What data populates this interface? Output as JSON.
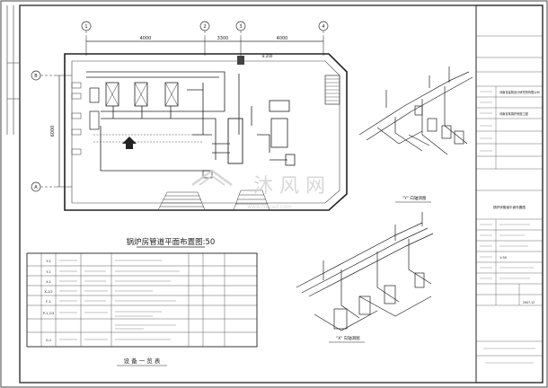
{
  "plan": {
    "title": "锅炉房管道平面布置图:50",
    "dims_top": [
      "4000",
      "3300",
      "4000"
    ],
    "dims_left": [
      "6000"
    ],
    "axes_top": [
      "1",
      "2",
      "3",
      "4"
    ],
    "axes_left": [
      "B",
      "A"
    ],
    "level": "8.200"
  },
  "iso_views": {
    "upper_label": "\"Y\" 向轴测图",
    "lower_label": "\"X\" 向轴测图"
  },
  "equipment_table": {
    "title": "设 备 一 览 表",
    "rows": [
      {
        "no": "Y-2"
      },
      {
        "no": "Y-1"
      },
      {
        "no": "X-1"
      },
      {
        "no": "X-1/2"
      },
      {
        "no": "F-1"
      },
      {
        "no": "P-1,2/3"
      },
      {
        "no": "G-1"
      }
    ]
  },
  "title_block": {
    "company": "河南省建筑设计研究院有限公司",
    "project": "河南省某锅炉房施工图",
    "drawing_name": "锅炉房管道平面布置图",
    "scale": "1:50",
    "date": "2007.12"
  },
  "watermark": {
    "text": "沐 风 网",
    "url": "www.mfcad.com"
  }
}
